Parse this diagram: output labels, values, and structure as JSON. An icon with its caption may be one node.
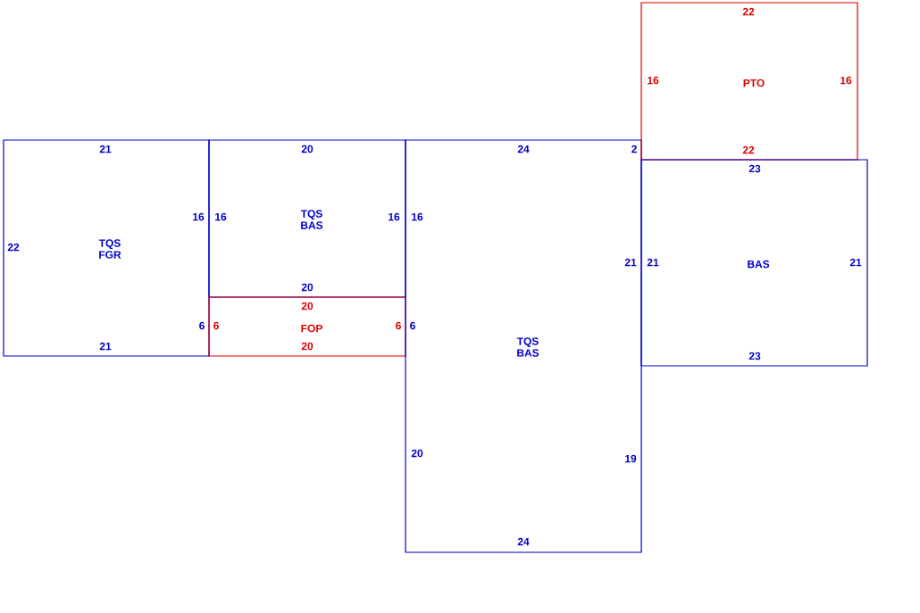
{
  "diagram": {
    "nodes": [
      {
        "text": [
          "21",
          "16",
          "22",
          "TQS FGR",
          "6",
          "21"
        ]
      },
      {
        "text": [
          "20",
          "16",
          "TQS BAS",
          "16",
          "20"
        ]
      },
      {
        "text": [
          "20",
          "6",
          "FOP",
          "6",
          "20"
        ]
      },
      {
        "text": [
          "24",
          "2",
          "16",
          "21",
          "6",
          "TQS BAS",
          "20",
          "19",
          "24"
        ]
      },
      {
        "text": [
          "22",
          "16",
          "PTO",
          "16",
          "22"
        ]
      },
      {
        "text": [
          "23",
          "21",
          "BAS",
          "21",
          "23"
        ]
      }
    ]
  }
}
